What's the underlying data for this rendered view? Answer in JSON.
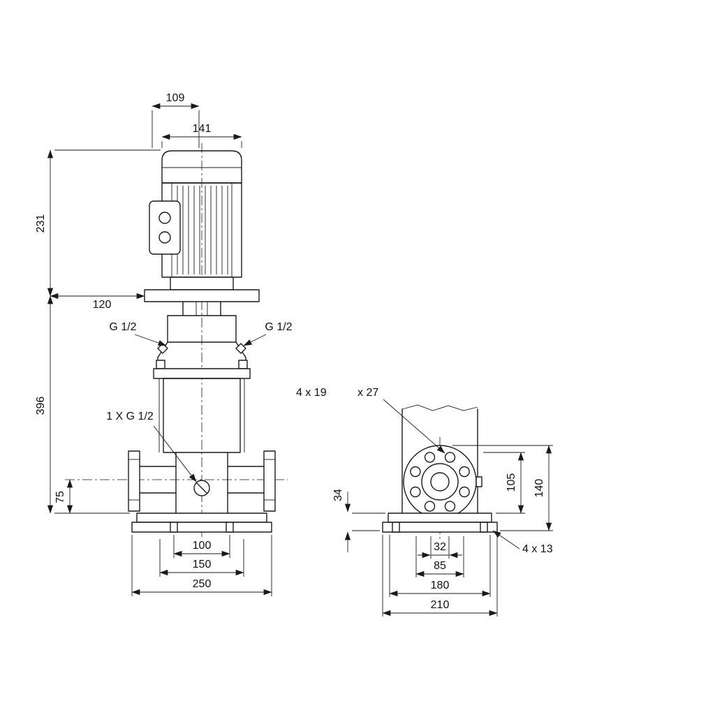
{
  "meta": {
    "background": "#ffffff",
    "line_color": "#1a1a1a",
    "drawing_type": "pump dimensional outline drawing"
  },
  "front_view": {
    "dims": {
      "motor_depth": "109",
      "motor_width": "141",
      "motor_height": "231",
      "stool_offset": "120",
      "pump_height": "396",
      "port_height": "75",
      "base_slot_span": "100",
      "base_mid_span": "150",
      "base_width": "250"
    },
    "labels": {
      "left_plug": "G 1/2",
      "right_plug": "G 1/2",
      "drain_plug": "1 X G 1/2"
    }
  },
  "side_view": {
    "dims": {
      "base_height": "34",
      "bolt_circle_to_base": "105",
      "flange_top_height": "140",
      "port_bore": "32",
      "flange_span": "85",
      "base_slot_span": "180",
      "base_depth": "210"
    },
    "labels": {
      "flange_holes": "4 x 19",
      "flange_holes_depth": "x 27",
      "base_holes": "4  x 13"
    }
  }
}
